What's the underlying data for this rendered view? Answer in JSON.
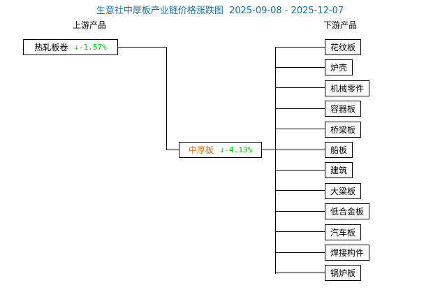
{
  "title": "生意社中厚板产业链价格涨跌图  2025-09-08 - 2025-12-07",
  "headers": {
    "upstream": "上游产品",
    "downstream": "下游产品"
  },
  "colors": {
    "title": "#1f6f9f",
    "center_node_text": "#e8700a",
    "decline": "#00cc00",
    "border": "#000000",
    "background": "#ffffff"
  },
  "center_node": {
    "label": "中厚板",
    "change": "↓-4.13%",
    "direction": "down",
    "value": -4.13
  },
  "upstream": [
    {
      "label": "热轧板卷",
      "change": "↓-1.57%",
      "direction": "down",
      "value": -1.57
    }
  ],
  "downstream": [
    {
      "label": "花纹板"
    },
    {
      "label": "炉壳"
    },
    {
      "label": "机械零件"
    },
    {
      "label": "容器板"
    },
    {
      "label": "桥梁板"
    },
    {
      "label": "船板"
    },
    {
      "label": "建筑"
    },
    {
      "label": "大梁板"
    },
    {
      "label": "低合金板"
    },
    {
      "label": "汽车板"
    },
    {
      "label": "焊接构件"
    },
    {
      "label": "锅炉板"
    }
  ],
  "chart_data": {
    "type": "diagram",
    "title": "生意社中厚板产业链价格涨跌图  2025-09-08 - 2025-12-07",
    "date_range": {
      "start": "2025-09-08",
      "end": "2025-12-07"
    },
    "center": {
      "name": "中厚板",
      "change_pct": -4.13
    },
    "upstream_nodes": [
      {
        "name": "热轧板卷",
        "change_pct": -1.57
      }
    ],
    "downstream_nodes": [
      {
        "name": "花纹板"
      },
      {
        "name": "炉壳"
      },
      {
        "name": "机械零件"
      },
      {
        "name": "容器板"
      },
      {
        "name": "桥梁板"
      },
      {
        "name": "船板"
      },
      {
        "name": "建筑"
      },
      {
        "name": "大梁板"
      },
      {
        "name": "低合金板"
      },
      {
        "name": "汽车板"
      },
      {
        "name": "焊接构件"
      },
      {
        "name": "锅炉板"
      }
    ]
  }
}
